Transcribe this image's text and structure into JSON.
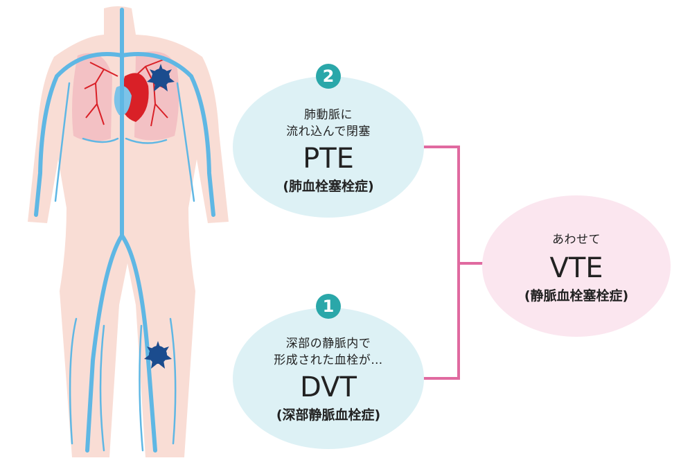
{
  "colors": {
    "skin": "#f9ddd5",
    "lung": "#f3c1c4",
    "vein": "#5fb7e4",
    "artery": "#d92027",
    "clot": "#1b4c8e",
    "bubble_blue": "#ddf1f5",
    "bubble_pink": "#fbe6ef",
    "badge": "#2aa7a9",
    "connector": "#e06aa0"
  },
  "pte": {
    "number": "2",
    "line1": "肺動脈に",
    "line2": "流れ込んで閉塞",
    "abbr": "PTE",
    "full": "(肺血栓塞栓症)"
  },
  "dvt": {
    "number": "1",
    "line1": "深部の静脈内で",
    "line2": "形成された血栓が…",
    "abbr": "DVT",
    "full": "(深部静脈血栓症)"
  },
  "vte": {
    "intro": "あわせて",
    "abbr": "VTE",
    "full": "(静脈血栓塞栓症)"
  },
  "icons": {
    "body": "human-body-figure",
    "clot": "blood-clot-icon"
  }
}
